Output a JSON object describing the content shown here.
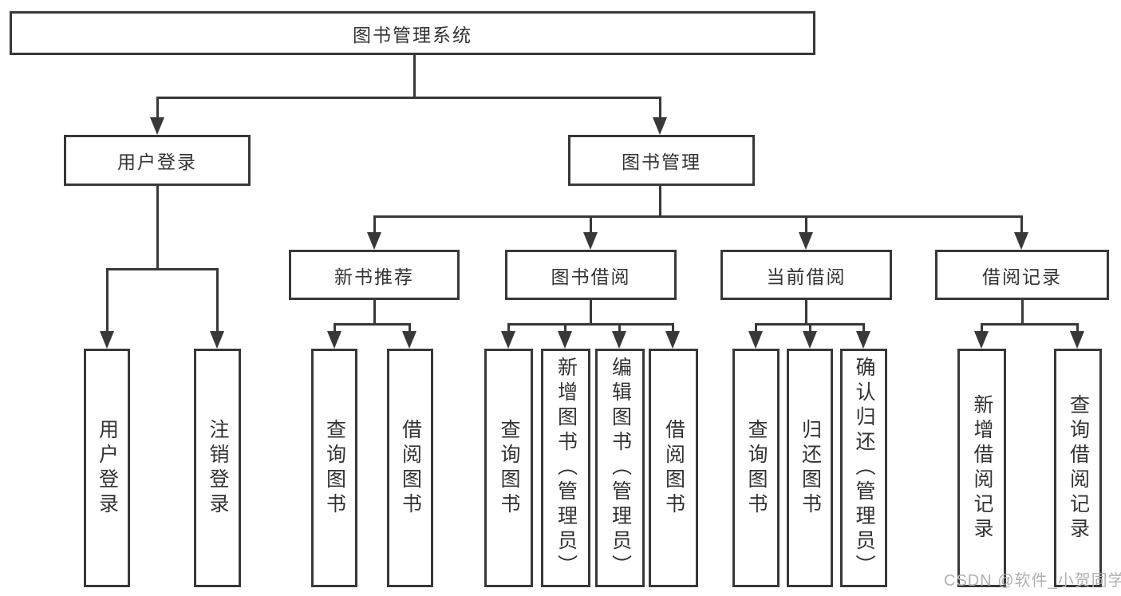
{
  "tree": {
    "label": "图书管理系统",
    "children": [
      {
        "label": "用户登录",
        "children": [
          {
            "label": "用户登录"
          },
          {
            "label": "注销登录"
          }
        ]
      },
      {
        "label": "图书管理",
        "children": [
          {
            "label": "新书推荐",
            "children": [
              {
                "label": "查询图书"
              },
              {
                "label": "借阅图书"
              }
            ]
          },
          {
            "label": "图书借阅",
            "children": [
              {
                "label": "查询图书"
              },
              {
                "label": "新增图书（管理员）"
              },
              {
                "label": "编辑图书（管理员）"
              },
              {
                "label": "借阅图书"
              }
            ]
          },
          {
            "label": "当前借阅",
            "children": [
              {
                "label": "查询图书"
              },
              {
                "label": "归还图书"
              },
              {
                "label": "确认归还（管理员）"
              }
            ]
          },
          {
            "label": "借阅记录",
            "children": [
              {
                "label": "新增借阅记录"
              },
              {
                "label": "查询借阅记录"
              }
            ]
          }
        ]
      }
    ]
  },
  "watermark": {
    "text": "CSDN @软件_小贺同学"
  },
  "colors": {
    "line": "#383838",
    "text": "#333333",
    "wm": "#b0b0b0",
    "bg": "#ffffff"
  }
}
